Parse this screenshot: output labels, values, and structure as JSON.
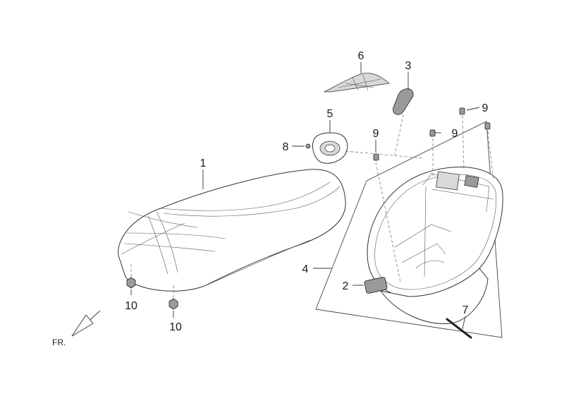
{
  "callouts": {
    "p1": "1",
    "p2": "2",
    "p3": "3",
    "p4": "4",
    "p5": "5",
    "p6": "6",
    "p7": "7",
    "p8": "8",
    "p9a": "9",
    "p9b": "9",
    "p9c": "9",
    "p10a": "10",
    "p10b": "10"
  },
  "direction_label": "FR.",
  "colors": {
    "line": "#333333",
    "fill_light": "#d9d9d9",
    "fill_dark": "#9a9a9a"
  }
}
